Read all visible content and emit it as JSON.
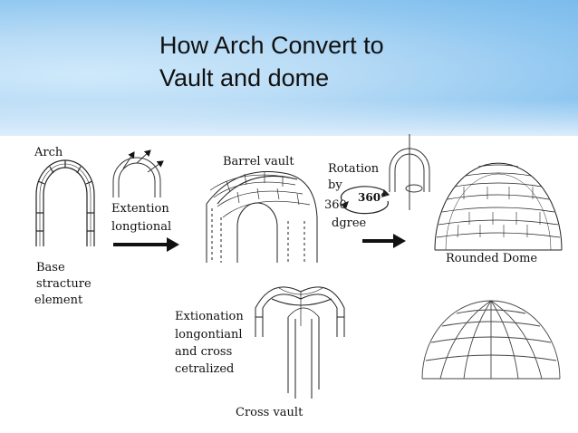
{
  "title": {
    "line1": "How Arch Convert to",
    "line2": "Vault and dome"
  },
  "labels": {
    "arch": "Arch",
    "base_1": "Base",
    "base_2": "stracture",
    "base_3": "element",
    "extention_1": "Extention",
    "extention_2": "longtional",
    "barrel_vault": "Barrel vault",
    "rotation_1": "Rotation",
    "rotation_2": "by",
    "rotation_3": "360",
    "rotation_4": "dgree",
    "rotation_badge": "360°",
    "rounded_dome": "Rounded Dome",
    "extionation_1": "Extionation",
    "extionation_2": "longontianl",
    "extionation_3": "and cross",
    "extionation_4": "cetralized",
    "cross_vault": "Cross vault"
  },
  "colors": {
    "header_blue": "#8ec6f0",
    "ink": "#111111"
  }
}
